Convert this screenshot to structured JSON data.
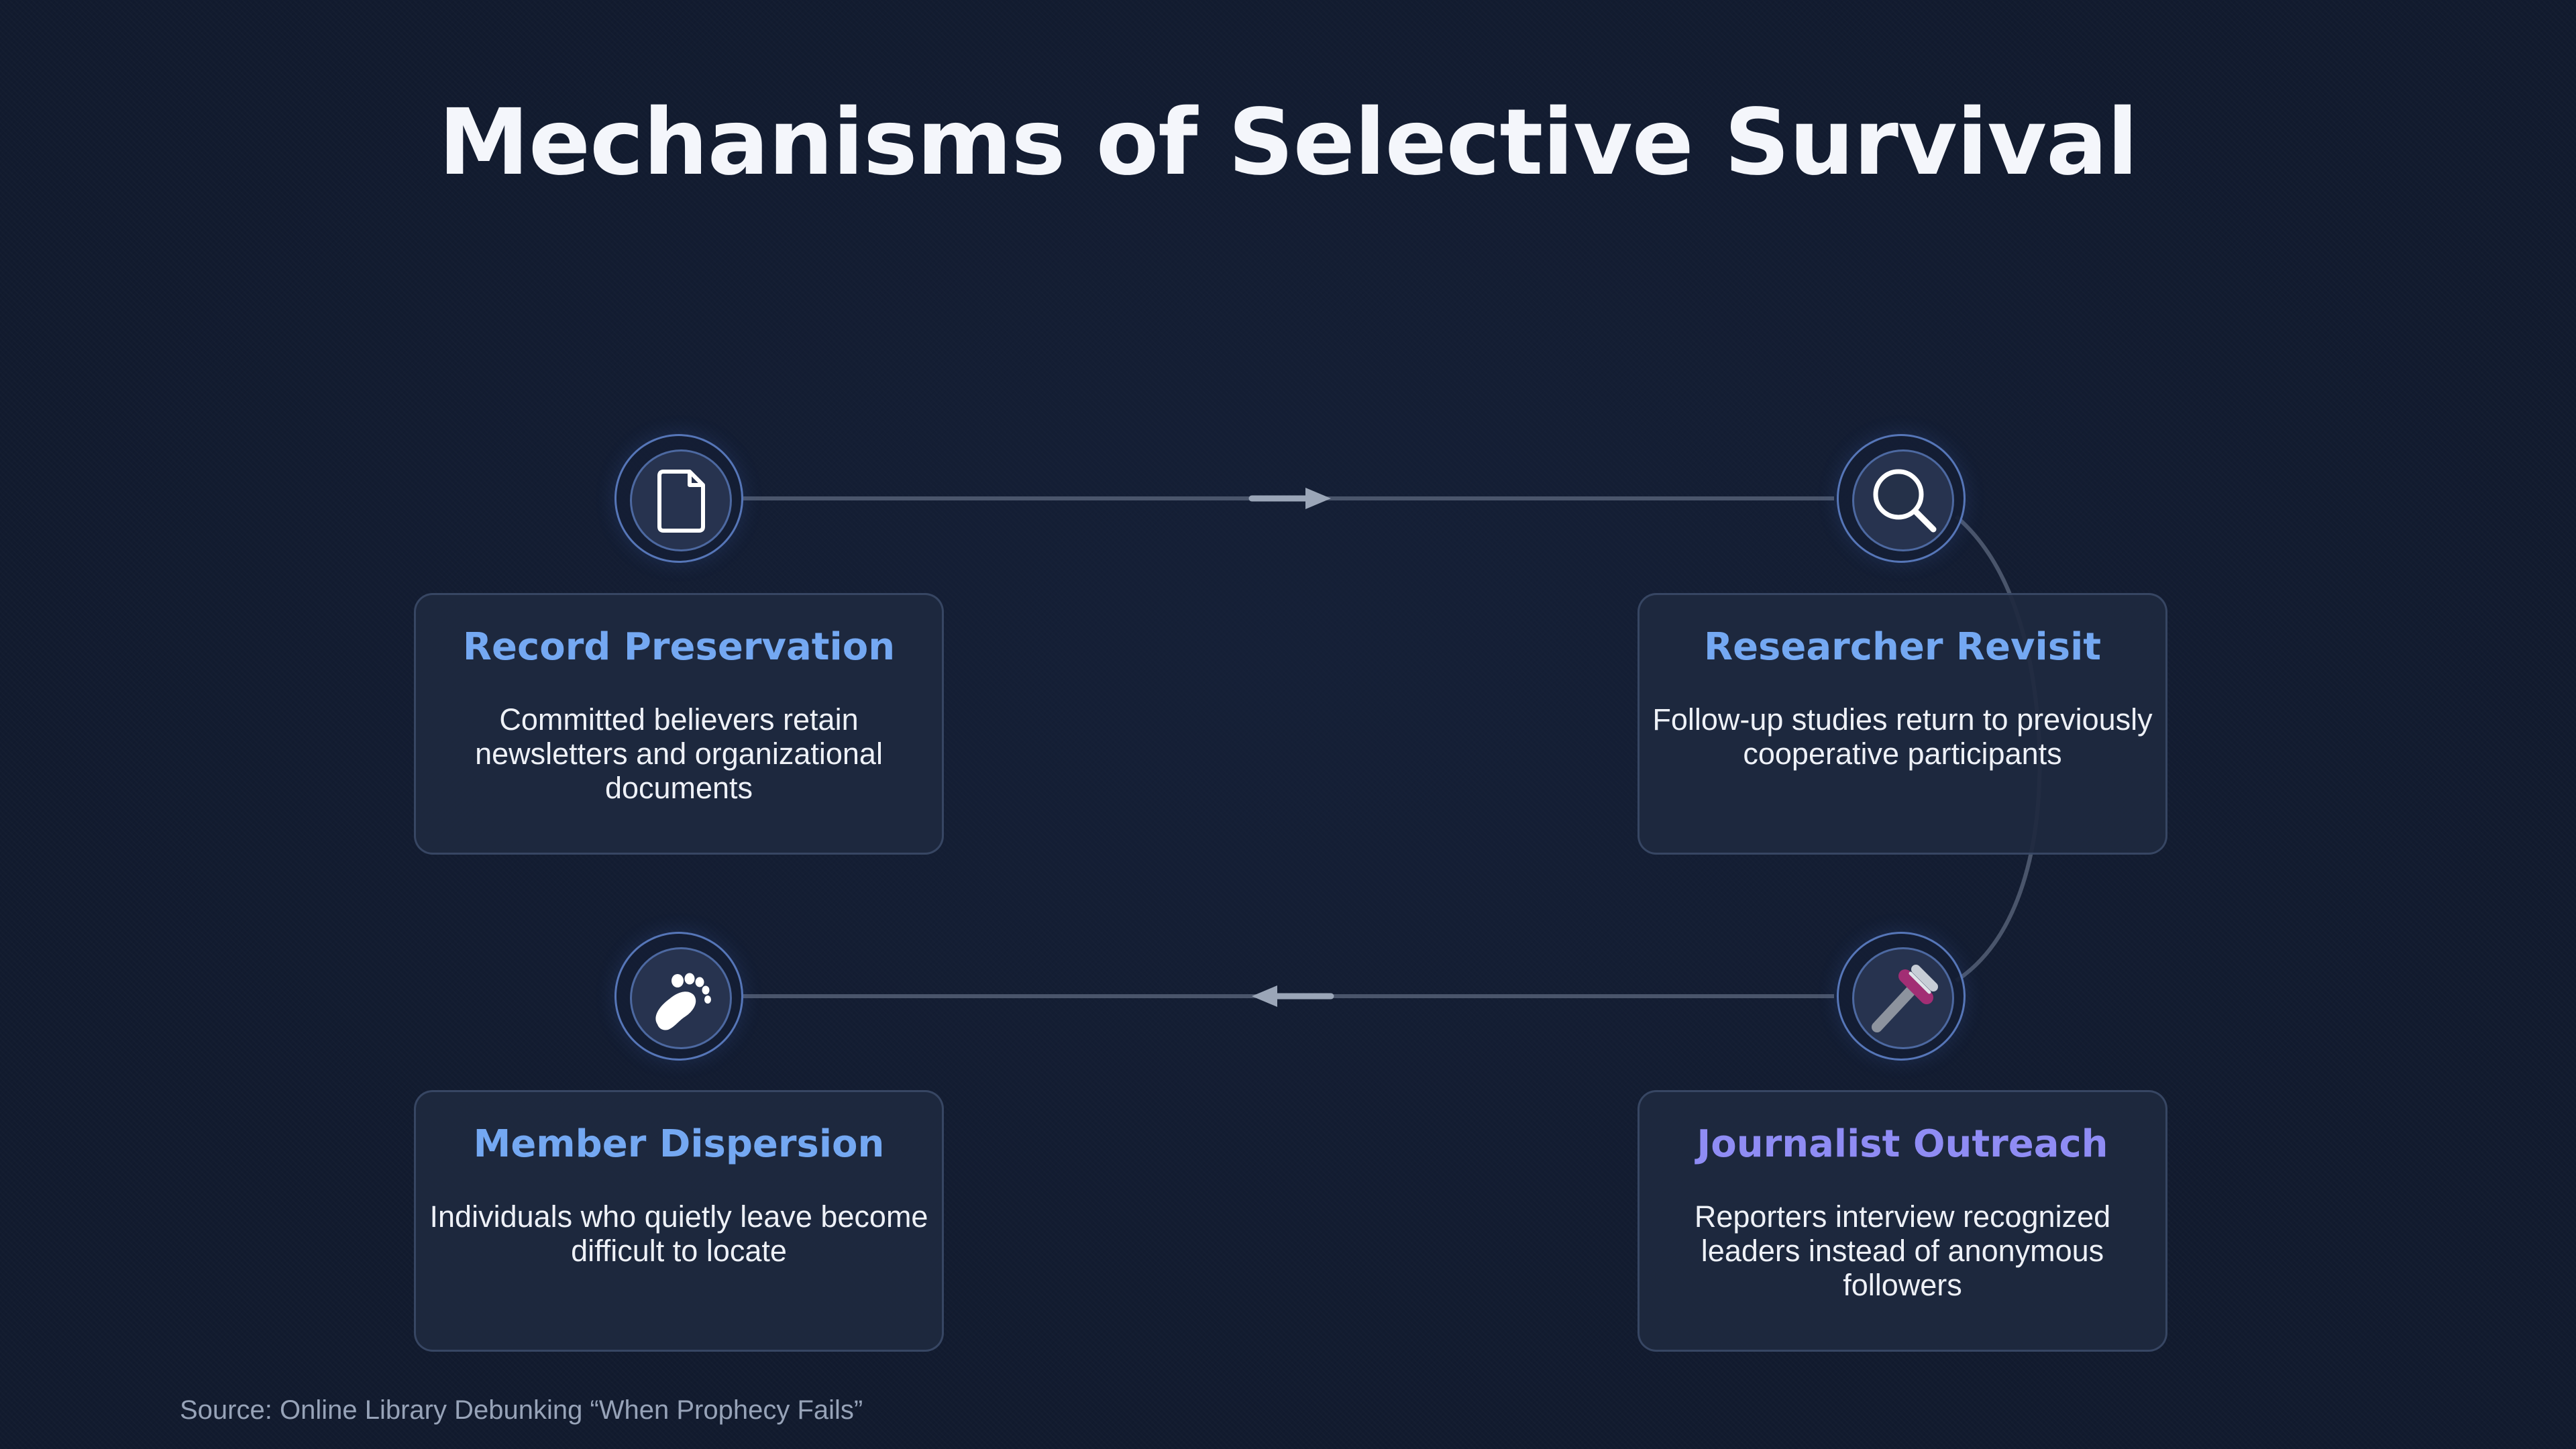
{
  "title": "Mechanisms of Selective Survival",
  "source": "Source: Online Library Debunking “When Prophecy Fails”",
  "colors": {
    "background": "#121b2f",
    "card": "#1e293f",
    "title_blue": "#74a8f2",
    "title_purple": "#8f8cf4",
    "connector": "#4a556b",
    "arrow": "#9ba6b8"
  },
  "nodes": [
    {
      "icon": "document-icon",
      "title": "Record Preservation",
      "description": "Committed believers retain newsletters and organizational documents"
    },
    {
      "icon": "magnifier-icon",
      "title": "Researcher Revisit",
      "description": "Follow-up studies return to previously cooperative participants"
    },
    {
      "icon": "microphone-icon",
      "title": "Journalist Outreach",
      "description": "Reporters interview recognized leaders instead of anonymous followers"
    },
    {
      "icon": "footprint-icon",
      "title": "Member Dispersion",
      "description": "Individuals who quietly leave become difficult to locate"
    }
  ]
}
